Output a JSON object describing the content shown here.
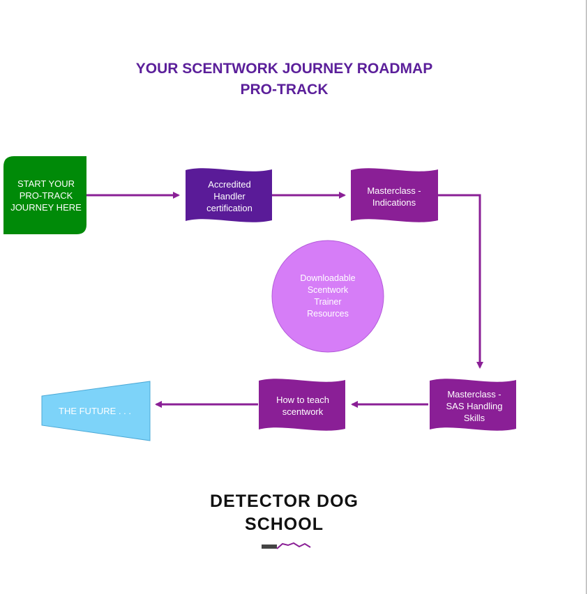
{
  "title": {
    "line1": "YOUR SCENTWORK JOURNEY ROADMAP",
    "line2": "PRO-TRACK"
  },
  "colors": {
    "title": "#5b1f9a",
    "start": "#008a08",
    "dark_purple": "#5a1b98",
    "purple": "#8a1f96",
    "light_purple": "#d67df7",
    "future": "#7dd3f9",
    "arrow": "#8a1f96"
  },
  "nodes": {
    "start": "START YOUR PRO-TRACK JOURNEY HERE",
    "handler_cert": "Accredited Handler certification",
    "masterclass_indications": "Masterclass - Indications",
    "resources": "Downloadable Scentwork Trainer Resources",
    "masterclass_sas": "Masterclass - SAS Handling Skills",
    "teach_scentwork": "How to teach scentwork",
    "future": "THE FUTURE . . ."
  },
  "logo": {
    "line1": "DETECTOR DOG",
    "line2": "SCHOOL"
  }
}
